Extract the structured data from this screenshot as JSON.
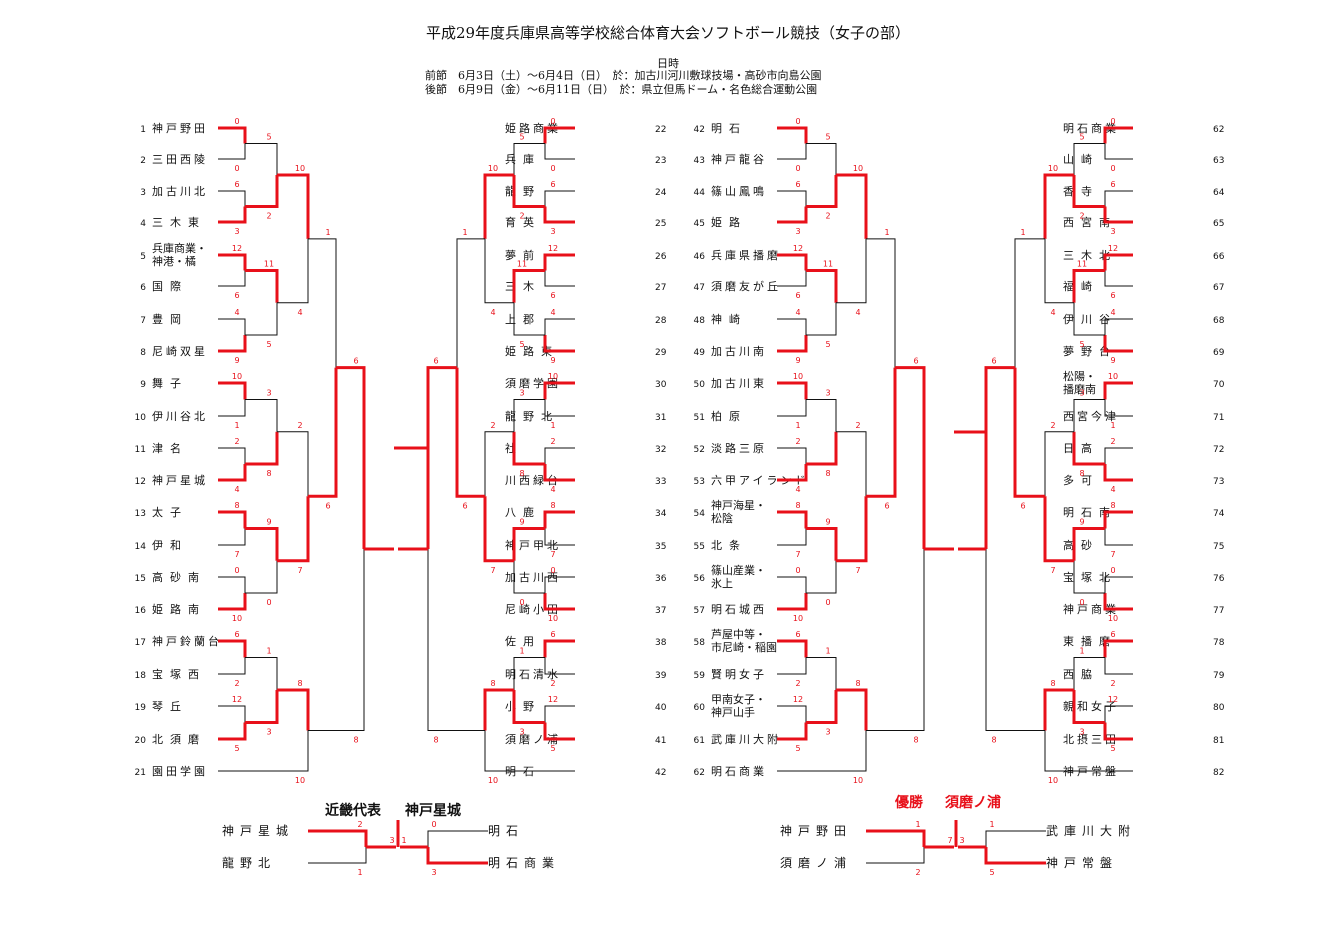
{
  "title": "平成29年度兵庫県高等学校総合体育大会ソフトボール競技（女子の部）",
  "dates_label": "日時",
  "schedule": [
    "前節　6月3日（土）～6月4日（日）　於：加古川河川敷球技場・高砂市向島公園",
    "後節　6月9日（金）～6月11日（日）　於：県立但馬ドーム・名色総合運動公園"
  ],
  "colors": {
    "win": "#e8101a",
    "line": "#111111",
    "score": "#e8101a"
  },
  "teams": [
    {
      "n": 1,
      "name": "神戸野田"
    },
    {
      "n": 2,
      "name": "三田西陵"
    },
    {
      "n": 3,
      "name": "加古川北"
    },
    {
      "n": 4,
      "name": "三木東"
    },
    {
      "n": 5,
      "name": "兵庫商業・神港・橘"
    },
    {
      "n": 6,
      "name": "国際"
    },
    {
      "n": 7,
      "name": "豊岡"
    },
    {
      "n": 8,
      "name": "尼崎双星"
    },
    {
      "n": 9,
      "name": "舞子"
    },
    {
      "n": 10,
      "name": "伊川谷北"
    },
    {
      "n": 11,
      "name": "津名"
    },
    {
      "n": 12,
      "name": "神戸星城"
    },
    {
      "n": 13,
      "name": "太子"
    },
    {
      "n": 14,
      "name": "伊和"
    },
    {
      "n": 15,
      "name": "高砂南"
    },
    {
      "n": 16,
      "name": "姫路南"
    },
    {
      "n": 17,
      "name": "神戸鈴蘭台"
    },
    {
      "n": 18,
      "name": "宝塚西"
    },
    {
      "n": 19,
      "name": "琴丘"
    },
    {
      "n": 20,
      "name": "北須磨"
    },
    {
      "n": 21,
      "name": "園田学園"
    },
    {
      "n": 22,
      "name": "姫路商業"
    },
    {
      "n": 23,
      "name": "兵庫"
    },
    {
      "n": 24,
      "name": "龍野"
    },
    {
      "n": 25,
      "name": "育英"
    },
    {
      "n": 26,
      "name": "夢前"
    },
    {
      "n": 27,
      "name": "三木"
    },
    {
      "n": 28,
      "name": "上郡"
    },
    {
      "n": 29,
      "name": "姫路東"
    },
    {
      "n": 30,
      "name": "須磨学園"
    },
    {
      "n": 31,
      "name": "龍野北"
    },
    {
      "n": 32,
      "name": "社"
    },
    {
      "n": 33,
      "name": "川西緑台"
    },
    {
      "n": 34,
      "name": "八鹿"
    },
    {
      "n": 35,
      "name": "神戸甲北"
    },
    {
      "n": 36,
      "name": "加古川西"
    },
    {
      "n": 37,
      "name": "尼崎小田"
    },
    {
      "n": 38,
      "name": "佐用"
    },
    {
      "n": 39,
      "name": "明石清水"
    },
    {
      "n": 40,
      "name": "小野"
    },
    {
      "n": 41,
      "name": "須磨ノ浦"
    },
    {
      "n": 42,
      "name": "明石"
    },
    {
      "n": 43,
      "name": "神戸龍谷"
    },
    {
      "n": 44,
      "name": "篠山鳳鳴"
    },
    {
      "n": 45,
      "name": "姫路"
    },
    {
      "n": 46,
      "name": "兵庫県播磨"
    },
    {
      "n": 47,
      "name": "須磨友が丘"
    },
    {
      "n": 48,
      "name": "神崎"
    },
    {
      "n": 49,
      "name": "加古川南"
    },
    {
      "n": 50,
      "name": "加古川東"
    },
    {
      "n": 51,
      "name": "柏原"
    },
    {
      "n": 52,
      "name": "淡路三原"
    },
    {
      "n": 53,
      "name": "六甲アイランド"
    },
    {
      "n": 54,
      "name": "神戸海星・松陰"
    },
    {
      "n": 55,
      "name": "北条"
    },
    {
      "n": 56,
      "name": "篠山産業・氷上"
    },
    {
      "n": 57,
      "name": "明石城西"
    },
    {
      "n": 58,
      "name": "芦屋中等・市尼崎・稲園"
    },
    {
      "n": 59,
      "name": "賢明女子"
    },
    {
      "n": 60,
      "name": "甲南女子・神戸山手"
    },
    {
      "n": 61,
      "name": "武庫川大附"
    },
    {
      "n": 62,
      "name": "明石商業"
    },
    {
      "n": 63,
      "name": "山崎"
    },
    {
      "n": 64,
      "name": "香寺"
    },
    {
      "n": 65,
      "name": "西宮南"
    },
    {
      "n": 66,
      "name": "三木北"
    },
    {
      "n": 67,
      "name": "福崎"
    },
    {
      "n": 68,
      "name": "伊川谷"
    },
    {
      "n": 69,
      "name": "夢野台"
    },
    {
      "n": 70,
      "name": "松陽・播磨南"
    },
    {
      "n": 71,
      "name": "西宮今津"
    },
    {
      "n": 72,
      "name": "日高"
    },
    {
      "n": 73,
      "name": "多可"
    },
    {
      "n": 74,
      "name": "明石南"
    },
    {
      "n": 75,
      "name": "高砂"
    },
    {
      "n": 76,
      "name": "宝塚北"
    },
    {
      "n": 77,
      "name": "神戸商業"
    },
    {
      "n": 78,
      "name": "東播磨"
    },
    {
      "n": 79,
      "name": "西脇"
    },
    {
      "n": 80,
      "name": "親和女子"
    },
    {
      "n": 81,
      "name": "北摂三田"
    },
    {
      "n": 82,
      "name": "神戸常盤"
    }
  ],
  "kinki": {
    "label": "近畿代表",
    "team": "神戸星城",
    "teams": [
      "神戸星城",
      "龍野北",
      "明石",
      "明石商業"
    ],
    "scores": [
      "2",
      "1",
      "3",
      "1",
      "0",
      "3"
    ]
  },
  "final": {
    "label": "優勝",
    "team": "須磨ノ浦",
    "teams": [
      "神戸野田",
      "須磨ノ浦",
      "武庫川大附",
      "神戸常盤"
    ],
    "scores": [
      "1",
      "2",
      "7",
      "3",
      "1",
      "5"
    ]
  }
}
